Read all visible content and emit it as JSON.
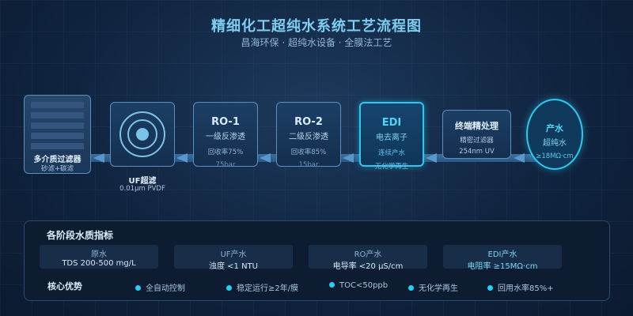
{
  "title": "精细化工超纯水系统工艺流程图",
  "subtitle": "昌海环保 · 超纯水设备 · 全膜法工艺",
  "stages": {
    "filter": {
      "name": "多介质过滤器",
      "desc": "砂滤+碳滤"
    },
    "uf": {
      "name": "UF超滤",
      "desc": "0.01μm PVDF"
    },
    "ro1": {
      "name": "RO-1",
      "desc": "一级反渗透",
      "recovery": "回收率75%",
      "pressure": "75bar"
    },
    "ro2": {
      "name": "RO-2",
      "desc": "二级反渗透",
      "recovery": "回收率85%",
      "pressure": "15bar"
    },
    "edi": {
      "name": "EDI",
      "desc": "电去离子",
      "line1": "连续产水",
      "line2": "无化学再生"
    },
    "fine": {
      "name": "终端精处理",
      "desc": "精密过滤器",
      "spec": "254nm UV"
    },
    "product": {
      "name": "产水",
      "desc": "超纯水",
      "spec": "≥18MΩ·cm"
    }
  },
  "panel": {
    "title": "各阶段水质指标",
    "indicators": [
      {
        "label": "原水",
        "value": "TDS 200-500 mg/L"
      },
      {
        "label": "UF产水",
        "value": "浊度 <1 NTU"
      },
      {
        "label": "RO产水",
        "value": "电导率 <20 μS/cm"
      },
      {
        "label": "EDI产水",
        "value": "电阻率 ≥15MΩ·cm"
      }
    ],
    "advantages_label": "核心优势",
    "advantages": [
      "全自动控制",
      "稳定运行≥2年/膜",
      "TOC<50ppb",
      "无化学再生",
      "回用水率85%+"
    ]
  },
  "colors": {
    "accent": "#2fc6f0",
    "box_border": "#5a8fc0",
    "pipe": "#2a5683",
    "background": "#10243f"
  }
}
